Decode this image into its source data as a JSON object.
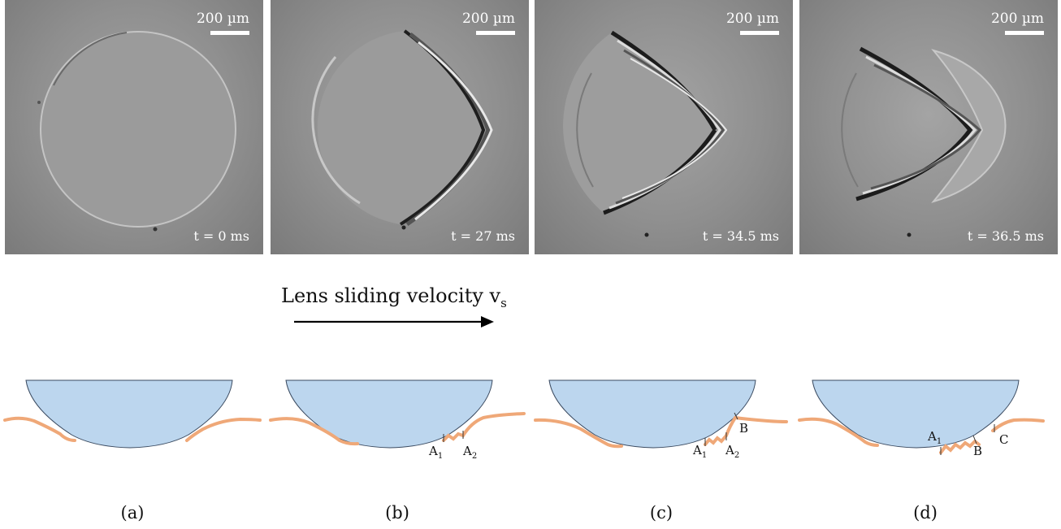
{
  "panels": [
    {
      "scale_label": "200 µm",
      "time_label": "t = 0 ms",
      "caption": "(a)",
      "points": []
    },
    {
      "scale_label": "200 µm",
      "time_label": "t = 27 ms",
      "caption": "(b)",
      "points": [
        {
          "main": "A",
          "sub": "1"
        },
        {
          "main": "A",
          "sub": "2"
        }
      ]
    },
    {
      "scale_label": "200 µm",
      "time_label": "t = 34.5 ms",
      "caption": "(c)",
      "points": [
        {
          "main": "A",
          "sub": "1"
        },
        {
          "main": "A",
          "sub": "2"
        },
        {
          "main": "B",
          "sub": ""
        }
      ]
    },
    {
      "scale_label": "200 µm",
      "time_label": "t = 36.5 ms",
      "caption": "(d)",
      "points": [
        {
          "main": "A",
          "sub": "1"
        },
        {
          "main": "B",
          "sub": ""
        },
        {
          "main": "C",
          "sub": ""
        }
      ]
    }
  ],
  "velocity": {
    "label": "Lens sliding velocity v",
    "subscript": "s"
  },
  "colors": {
    "lens": "#bcd6ee",
    "lens_outline": "#3a4a60",
    "substrate": "#efa878",
    "photo_bg": "#8f8f8f"
  }
}
